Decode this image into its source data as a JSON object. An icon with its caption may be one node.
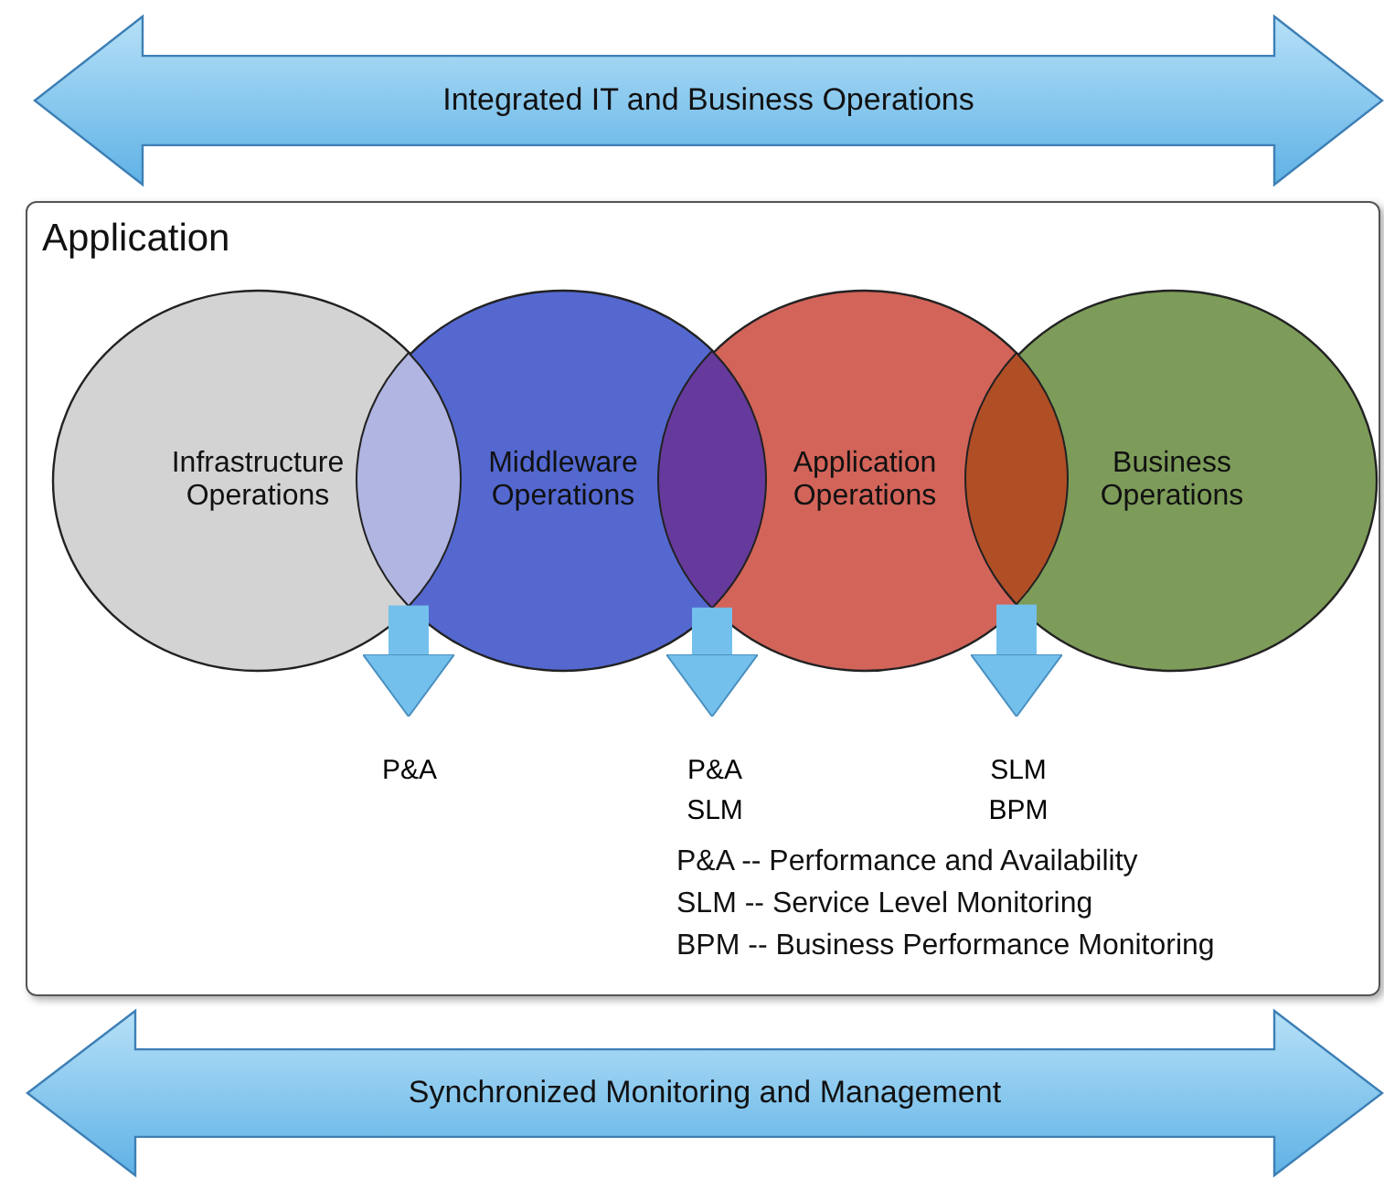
{
  "diagram": {
    "nodes": [
      {
        "text": [
          "Integrated IT and Business Operations"
        ]
      },
      {
        "text": [
          "Application"
        ]
      },
      {
        "text": [
          "Infrastructure Operations"
        ],
        "in": 1
      },
      {
        "text": [
          "Middleware Operations"
        ],
        "in": 1
      },
      {
        "text": [
          "Application Operations"
        ],
        "in": 1
      },
      {
        "text": [
          "Business Operations"
        ],
        "in": 1
      },
      {
        "text": [],
        "shape": "lens"
      },
      {
        "text": [],
        "shape": "lens"
      },
      {
        "text": [],
        "shape": "lens"
      },
      {
        "text": [
          "P&A"
        ],
        "in": 1
      },
      {
        "text": [
          "P&A SLM"
        ],
        "in": 1
      },
      {
        "text": [
          "SLM BPM"
        ],
        "in": 1
      },
      {
        "text": [
          "Synchronized Monitoring and Management"
        ]
      }
    ],
    "edges": [
      {
        "from": 6,
        "to": 9,
        "arrow": "to"
      },
      {
        "from": 7,
        "to": 10,
        "arrow": "to"
      },
      {
        "from": 8,
        "to": 11,
        "arrow": "to"
      }
    ],
    "labels": [
      "P&A -- Performance and Availability",
      "SLM -- Service Level Monitoring",
      "BPM -- Business Performance Monitoring"
    ]
  }
}
